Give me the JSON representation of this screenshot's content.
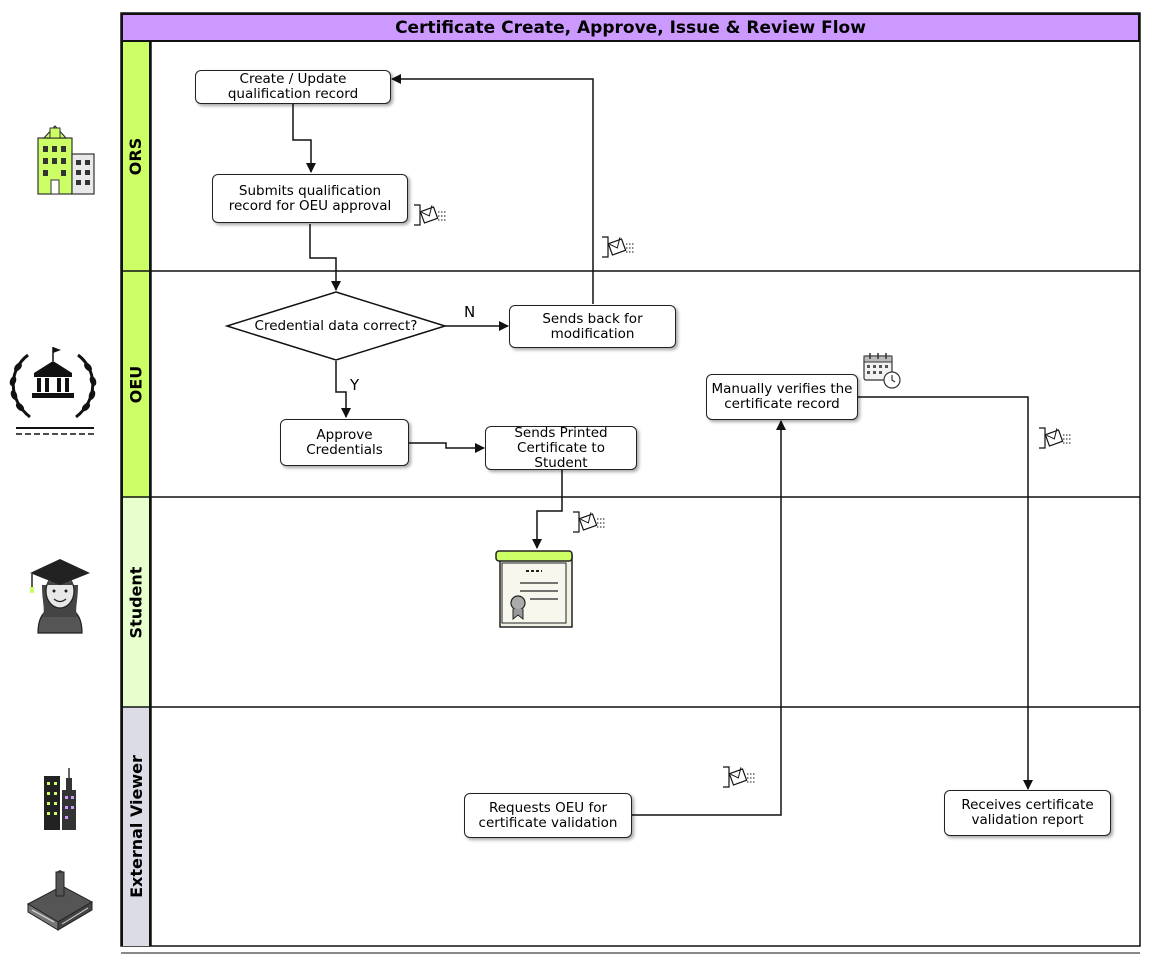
{
  "title": "Certificate Create, Approve, Issue & Review Flow",
  "lanes": {
    "ors": "ORS",
    "oeu": "OEU",
    "student": "Student",
    "external": "External Viewer"
  },
  "nodes": {
    "create_update": [
      "Create / Update",
      "qualification record"
    ],
    "submits": [
      "Submits qualification",
      "record for OEU approval"
    ],
    "decision": "Credential data correct?",
    "sends_back": [
      "Sends back for",
      "modification"
    ],
    "approve": [
      "Approve",
      "Credentials"
    ],
    "sends_printed": [
      "Sends Printed",
      "Certificate to Student"
    ],
    "manually_verifies": [
      "Manually verifies the",
      "certificate record"
    ],
    "requests": [
      "Requests OEU for",
      "certificate validation"
    ],
    "receives": [
      "Receives certificate",
      "validation report"
    ]
  },
  "edge_labels": {
    "no": "N",
    "yes": "Y"
  },
  "icons": {
    "message": "envelope-transfer-icon",
    "calendar": "calendar-clock-icon",
    "certificate": "certificate-icon",
    "ors_actor": "office-building-icon",
    "oeu_actor": "university-laurel-icon",
    "student_actor": "graduate-student-icon",
    "external_actor_1": "skyscraper-icon",
    "external_actor_2": "factory-building-icon"
  },
  "colors": {
    "title_bg": "#cc99ff",
    "lane_label_green": "#ccff66",
    "lane_label_light_green": "#e6ffcc",
    "lane_label_gray": "#dcdce6",
    "line": "#111111"
  }
}
